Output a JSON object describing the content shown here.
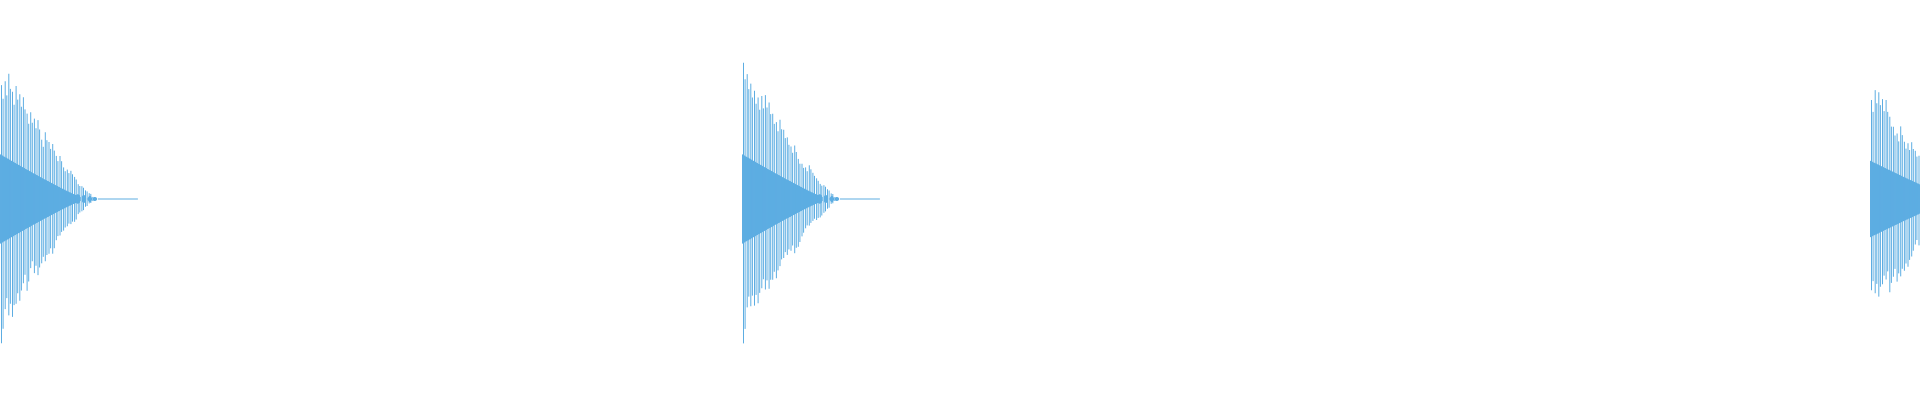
{
  "waveform": {
    "color": "#5dade2",
    "background": "#ffffff",
    "bursts": [
      {
        "peak_amplitude": 1.0,
        "lower_amplitude": 1.0,
        "oscillation_count": 26,
        "trailing_tail": true,
        "clipped_at_right_edge": false,
        "clipped_at_left_edge": true
      },
      {
        "peak_amplitude": 1.0,
        "lower_amplitude": 1.0,
        "oscillation_count": 26,
        "trailing_tail": true,
        "clipped_at_right_edge": false,
        "clipped_at_left_edge": false
      },
      {
        "peak_amplitude": 0.85,
        "lower_amplitude": 0.85,
        "oscillation_count": 26,
        "trailing_tail": false,
        "clipped_at_right_edge": true,
        "clipped_at_left_edge": false
      }
    ]
  }
}
